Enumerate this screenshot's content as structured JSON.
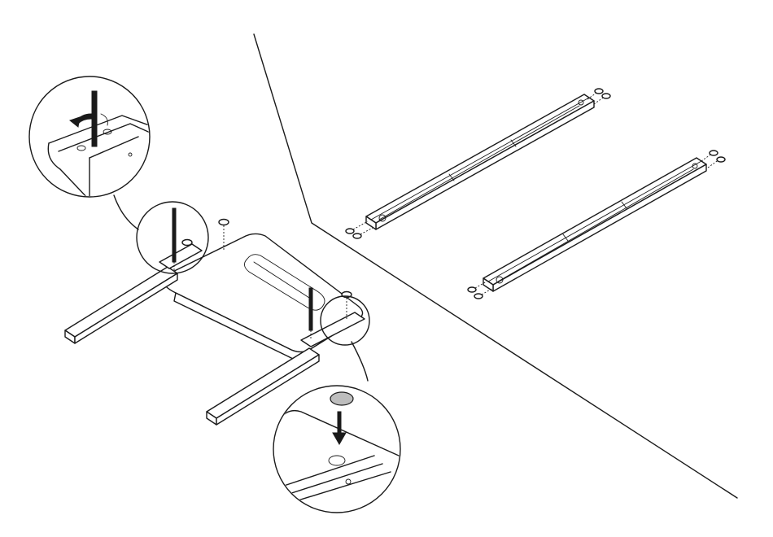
{
  "diagram": {
    "type": "assembly-instruction",
    "colors": {
      "line": "#1a1a1a",
      "background": "#ffffff",
      "cap": "#bdbdbd"
    },
    "panels": [
      {
        "name": "frame-assembly",
        "parts": [
          "base-frame",
          "leg-left",
          "leg-right",
          "threaded-rod",
          "threaded-rod",
          "cap-plug",
          "cap-plug",
          "cap-plug"
        ]
      },
      {
        "name": "side-rails",
        "parts": [
          "rail-upper",
          "rail-lower",
          "dowel-pin",
          "dowel-pin",
          "dowel-pin",
          "dowel-pin",
          "dowel-pin",
          "dowel-pin",
          "dowel-pin",
          "dowel-pin"
        ]
      }
    ],
    "callouts": [
      {
        "name": "detail-screw-rod-in",
        "icons": [
          "rotate-arrow-icon"
        ]
      },
      {
        "name": "detail-insert-cap",
        "icons": [
          "down-arrow-icon"
        ]
      }
    ]
  }
}
